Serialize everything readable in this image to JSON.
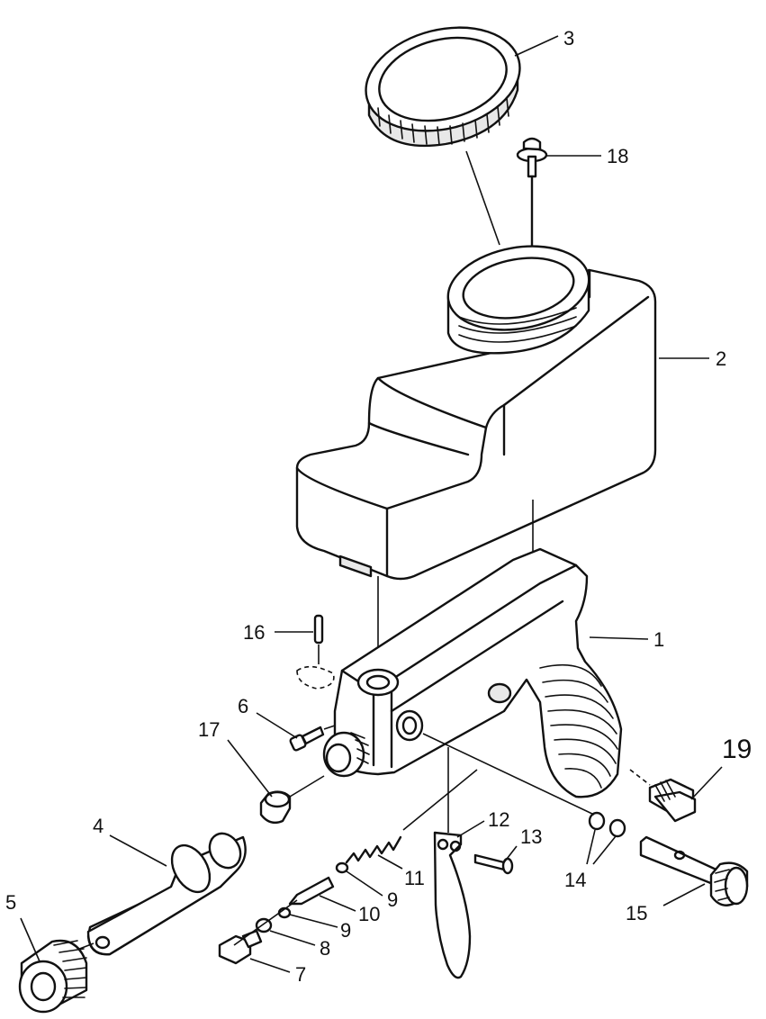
{
  "callouts": [
    {
      "id": "c1",
      "label": "1"
    },
    {
      "id": "c2",
      "label": "2"
    },
    {
      "id": "c3",
      "label": "3"
    },
    {
      "id": "c4",
      "label": "4"
    },
    {
      "id": "c5",
      "label": "5"
    },
    {
      "id": "c6",
      "label": "6"
    },
    {
      "id": "c7",
      "label": "7"
    },
    {
      "id": "c8",
      "label": "8"
    },
    {
      "id": "c9a",
      "label": "9"
    },
    {
      "id": "c9b",
      "label": "9"
    },
    {
      "id": "c10",
      "label": "10"
    },
    {
      "id": "c11",
      "label": "11"
    },
    {
      "id": "c12",
      "label": "12"
    },
    {
      "id": "c13",
      "label": "13"
    },
    {
      "id": "c14",
      "label": "14"
    },
    {
      "id": "c15",
      "label": "15"
    },
    {
      "id": "c16",
      "label": "16"
    },
    {
      "id": "c17",
      "label": "17"
    },
    {
      "id": "c18",
      "label": "18"
    },
    {
      "id": "c19",
      "label": "19"
    }
  ]
}
